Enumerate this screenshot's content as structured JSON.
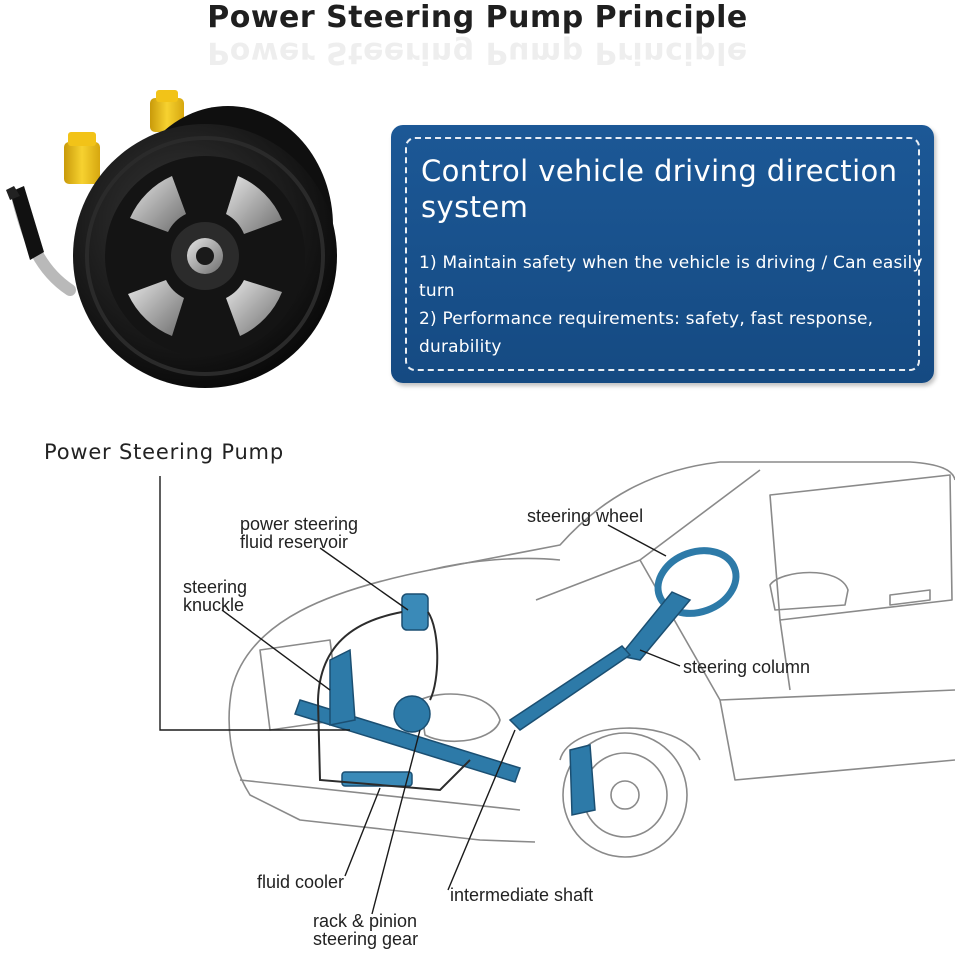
{
  "header": {
    "title": "Power Steering Pump Principle"
  },
  "info_box": {
    "heading": "Control vehicle driving direction system",
    "points": [
      "1) Maintain safety when the vehicle is driving / Can easily turn",
      "2) Performance requirements: safety, fast response, durability"
    ]
  },
  "diagram": {
    "callout": "Power Steering Pump",
    "labels": {
      "reservoir": [
        "power steering",
        "fluid reservoir"
      ],
      "knuckle": [
        "steering",
        "knuckle"
      ],
      "wheel": "steering wheel",
      "column": "steering column",
      "cooler": "fluid cooler",
      "shaft": "intermediate shaft",
      "rack": [
        "rack & pinion",
        "steering gear"
      ]
    }
  },
  "colors": {
    "box_blue": "#1a5490",
    "part_blue": "#2d7aa8",
    "pump_black": "#1a1a1a",
    "cap_yellow": "#f2c318"
  }
}
